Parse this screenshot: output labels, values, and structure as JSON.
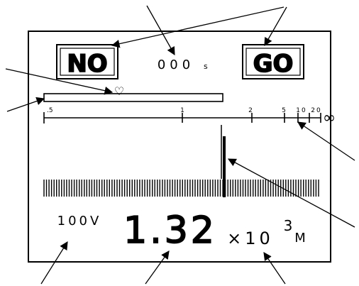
{
  "display": {
    "no_label": "NO",
    "go_label": "GO",
    "timer_value": "000",
    "timer_unit": "s",
    "heart_symbol": "♡",
    "voltage": "100V",
    "reading_main": "1.32",
    "multiplier_prefix": "×10",
    "multiplier_exponent": "3",
    "unit": "M",
    "infinity_symbol": "∞"
  },
  "scale": {
    "labels": [
      ".5",
      "1",
      "2",
      "5",
      "10",
      "20"
    ]
  },
  "bargraph": {
    "pointer_position": 0.43
  },
  "colors": {
    "ink": "#000000",
    "background": "#ffffff"
  }
}
